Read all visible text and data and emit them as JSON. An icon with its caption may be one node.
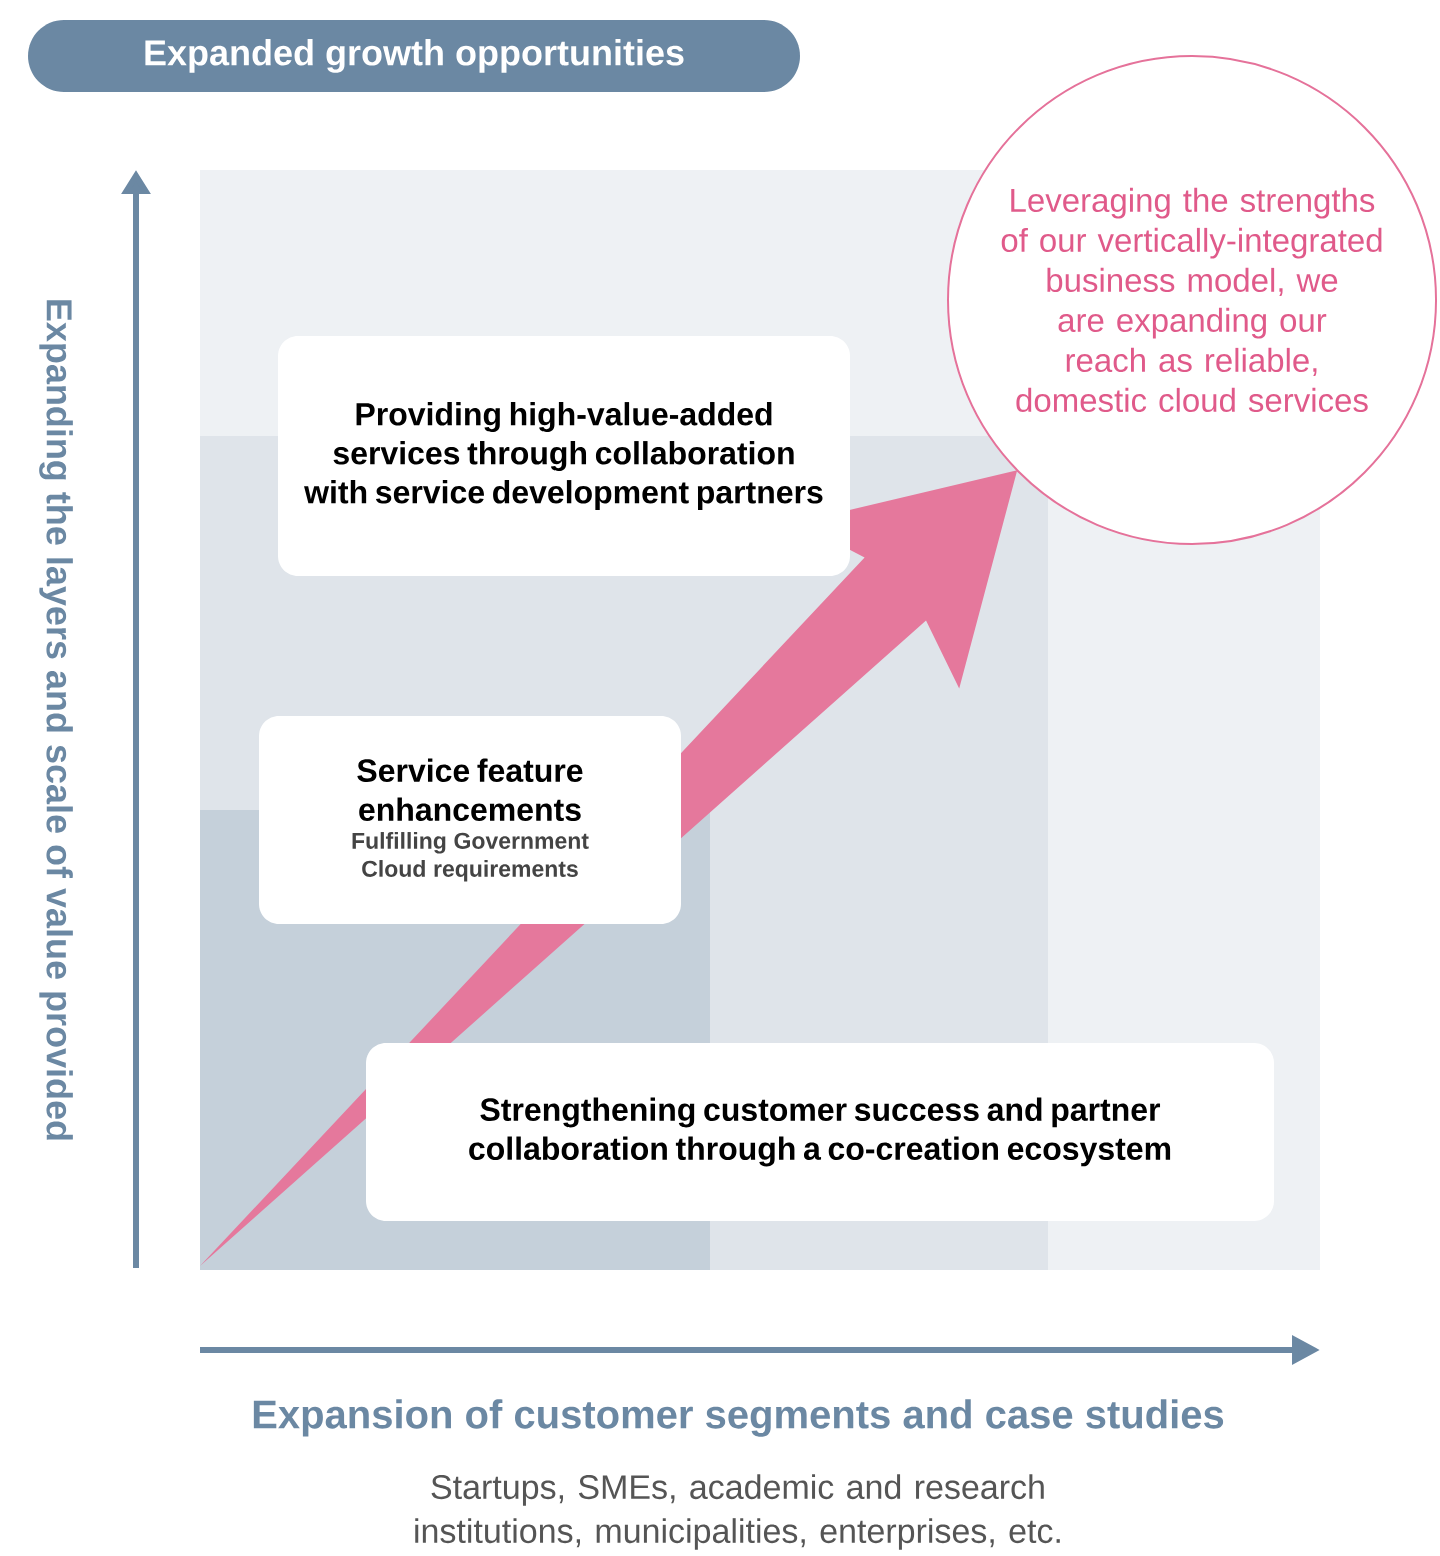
{
  "diagram": {
    "title": "Expanded growth opportunities",
    "nodes": [
      {
        "text": [
          "Providing high-value-added services through collaboration with service development partners"
        ]
      },
      {
        "text": [
          "Service feature enhancements",
          "Fulfilling Government Cloud requirements"
        ]
      },
      {
        "text": [
          "Strengthening customer success and partner collaboration through a co-creation ecosystem"
        ]
      },
      {
        "text": [
          "Leveraging the strengths of our vertically-integrated business model, we are expanding our reach as reliable, domestic cloud services"
        ]
      }
    ],
    "edges": [
      {
        "from": null,
        "to": 3,
        "arrow": "to",
        "color": "#e5789c",
        "style": "thick"
      }
    ],
    "labels": [
      "Expanding the layers and scale of value provided",
      "Expansion of customer segments and case studies",
      "Startups, SMEs, academic and research institutions, municipalities, enterprises, etc."
    ]
  }
}
